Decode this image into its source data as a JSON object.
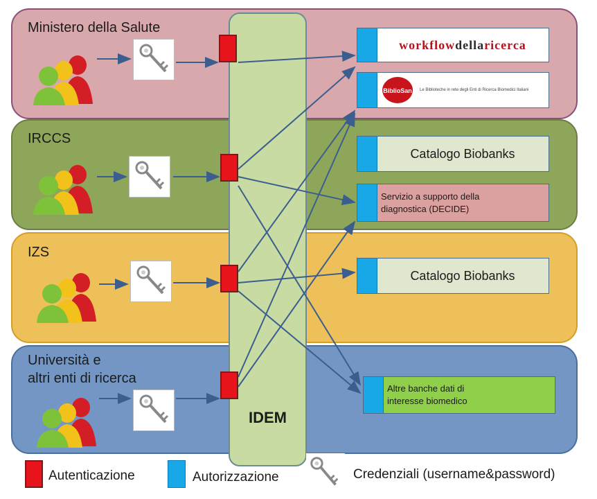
{
  "groups": [
    {
      "title": "Ministero della Salute"
    },
    {
      "title": "IRCCS"
    },
    {
      "title": "IZS"
    },
    {
      "title_line1": "Università e",
      "title_line2": "altri enti di ricerca"
    }
  ],
  "federation": {
    "label": "IDEM"
  },
  "services": {
    "workflow": {
      "part1": "workflow",
      "part2": "della",
      "part3": "ricerca"
    },
    "bibliosan": {
      "logo_text": "BiblioSan",
      "subtitle": "Le Biblioteche in rete degli Enti di Ricerca Biomedici Italiani"
    },
    "catalogo_irccs": {
      "label": "Catalogo Biobanks"
    },
    "decide": {
      "line1": "Servizio a supporto della",
      "line2": "diagnostica  (DECIDE)"
    },
    "catalogo_izs": {
      "label": "Catalogo Biobanks"
    },
    "altre": {
      "line1": "Altre banche dati di",
      "line2": "interesse biomedico"
    }
  },
  "legend": {
    "auth": "Autenticazione",
    "authz": "Autorizzazione",
    "cred": "Credenziali (username&password)"
  },
  "colors": {
    "authentication": "#e8141b",
    "authorization": "#18a8e8",
    "ministero_band": "#d9a8ac",
    "irccs_band": "#8ea65a",
    "izs_band": "#eec05a",
    "universita_band": "#7396c4",
    "idem_column": "#c7dba2",
    "arrow": "#3b5e8f"
  },
  "icons": [
    "people-group-icon",
    "key-icon"
  ]
}
